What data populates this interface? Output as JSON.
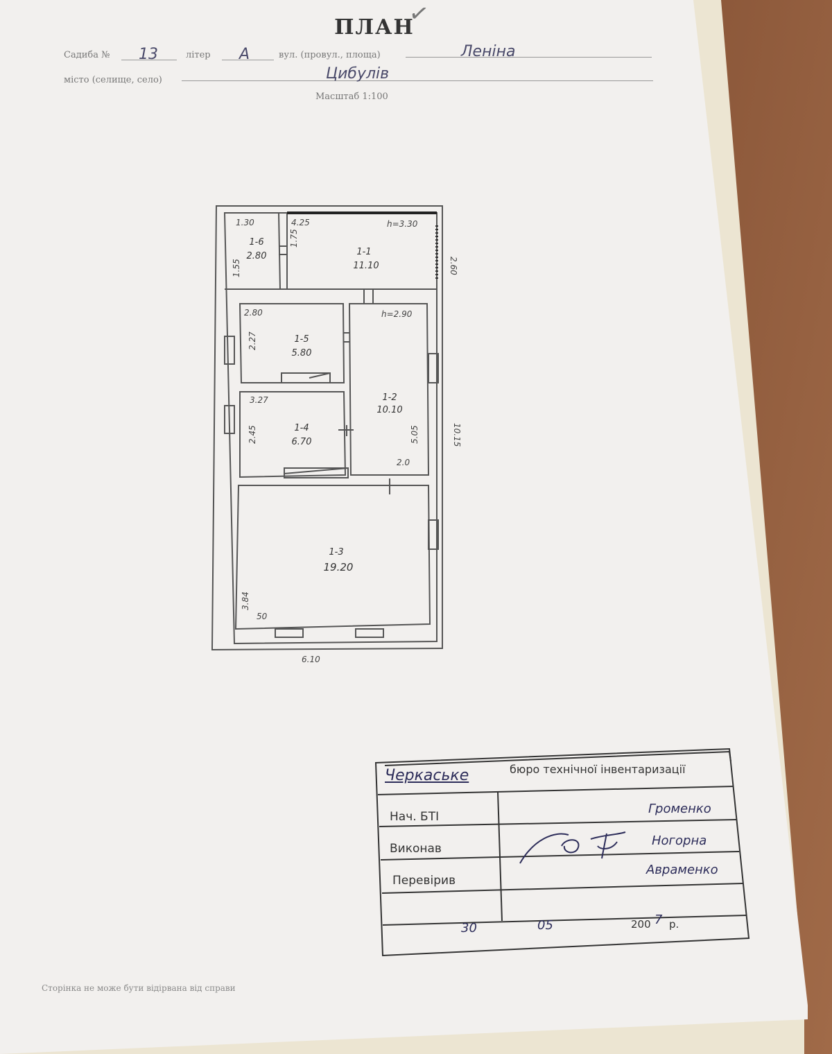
{
  "header": {
    "title": "ПЛАН",
    "checkmark": "✓",
    "label_house_no": "Садиба №",
    "house_no": "13",
    "label_liter": "літер",
    "liter": "А",
    "label_street": "вул. (провул., площа)",
    "street": "Леніна",
    "label_city": "місто (селище, село)",
    "city": "Цибулів",
    "scale": "Масштаб 1:100"
  },
  "floor_plan": {
    "rooms": [
      {
        "id": "1-6",
        "area": "2.80"
      },
      {
        "id": "1-1",
        "area": "11.10"
      },
      {
        "id": "1-5",
        "area": "5.80"
      },
      {
        "id": "1-2",
        "area": "10.10"
      },
      {
        "id": "1-4",
        "area": "6.70"
      },
      {
        "id": "1-3",
        "area": "19.20"
      }
    ],
    "dimensions": {
      "d130": "1.30",
      "d425": "4.25",
      "h330": "h=3.30",
      "d260": "2.60",
      "d155": "1.55",
      "d175": "1.75",
      "d280": "2.80",
      "h290": "h=2.90",
      "d227": "2.27",
      "d327": "3.27",
      "d245": "2.45",
      "d505": "5.05",
      "d20": "2.0",
      "d1015": "10.15",
      "d384": "3.84",
      "d50": "50",
      "d610": "6.10"
    }
  },
  "stamp": {
    "org_handwritten": "Черкаське",
    "org_printed": "бюро технічної інвентаризації",
    "row1_label": "Нач. БТІ",
    "row1_value": "Громенко",
    "row2_label": "Виконав",
    "row2_value": "Ногорна",
    "row3_label": "Перевірив",
    "row3_value": "Авраменко",
    "date_day": "30",
    "date_month": "05",
    "date_year_prefix": "200",
    "date_year_suffix": "7",
    "date_suffix": "р."
  },
  "footer": {
    "note": "Сторінка не може бути відірвана від справи"
  }
}
